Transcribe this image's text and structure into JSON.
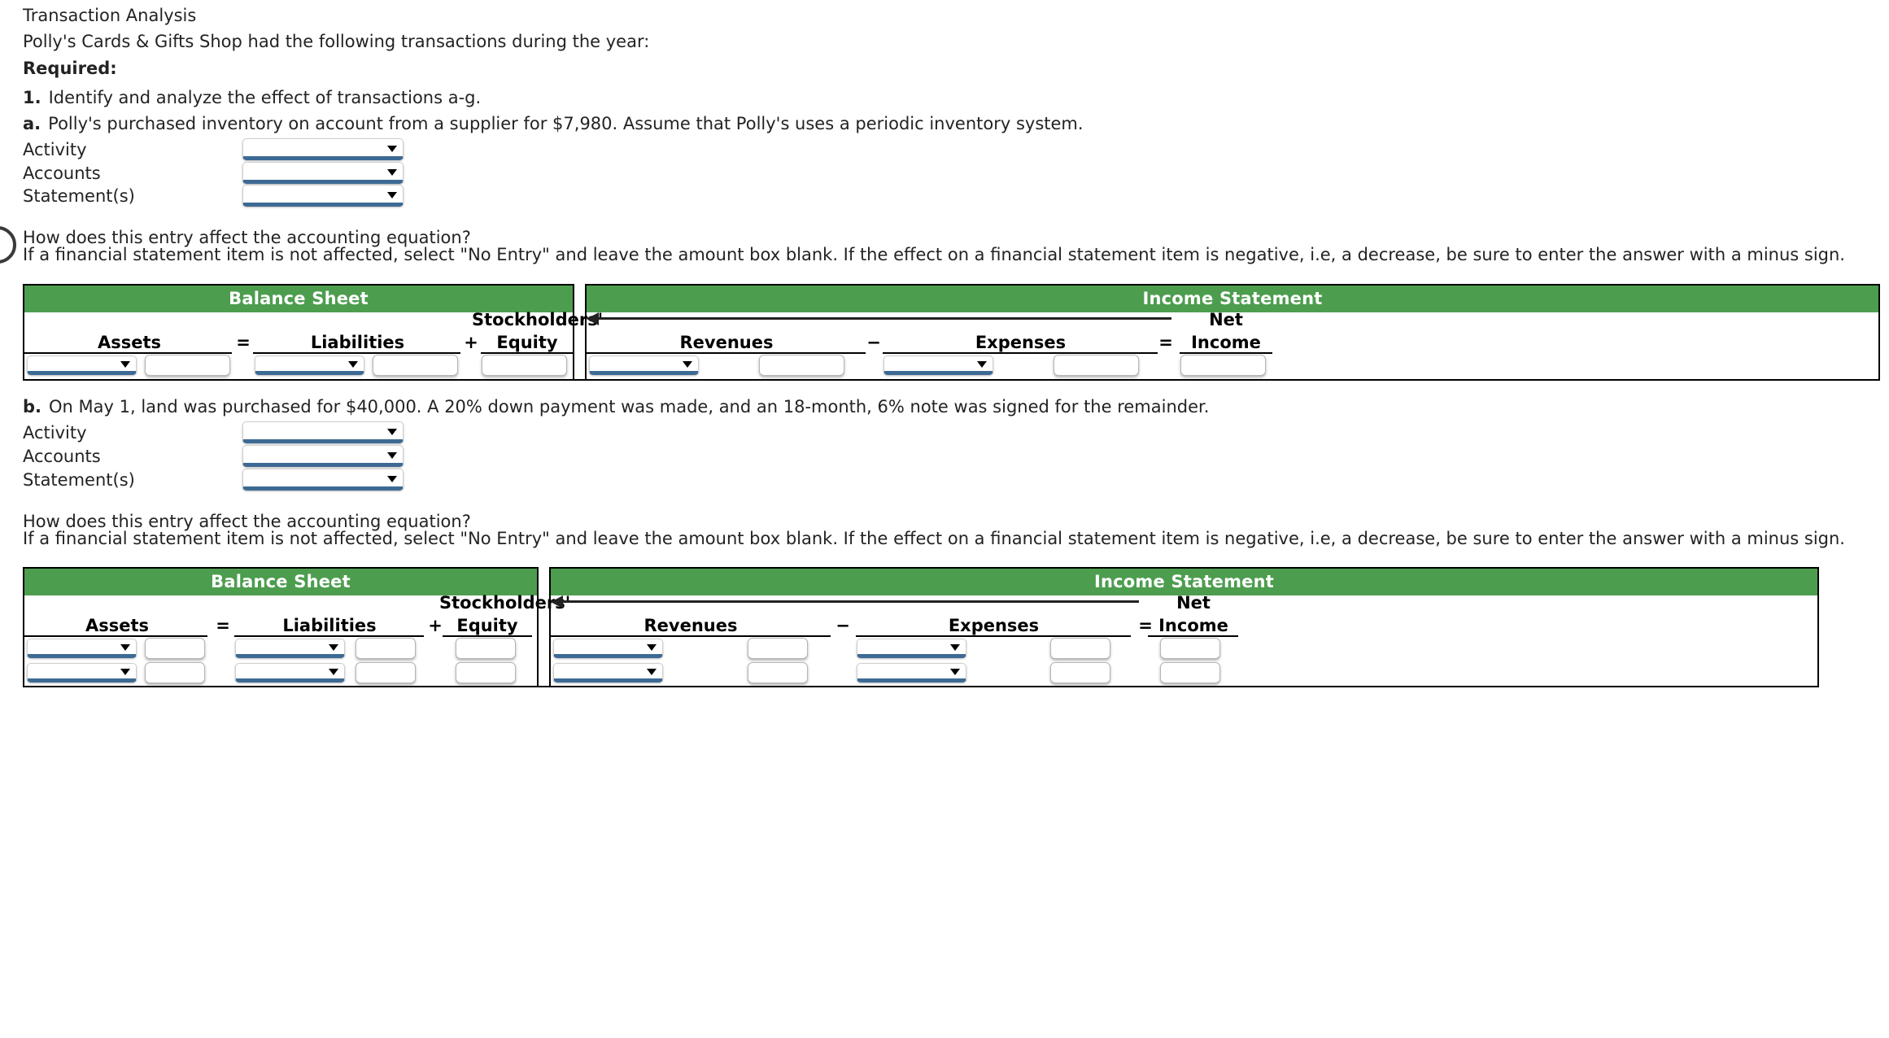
{
  "page": {
    "title": "Transaction Analysis",
    "intro": "Polly's Cards & Gifts Shop had the following transactions during the year:",
    "required_label": "Required:",
    "requirement_1_marker": "1.",
    "requirement_1_text": "Identify and analyze the effect of transactions a-g.",
    "question_line": "How does this entry affect the accounting equation?",
    "instruction_line": "If a financial statement item is not affected, select \"No Entry\" and leave the amount box blank. If the effect on a financial statement item is negative, i.e, a decrease, be sure to enter the answer with a minus sign."
  },
  "colors": {
    "panel_green": "#4d9d4f",
    "select_underline": "#3d6a94",
    "text": "#232323",
    "rule": "#000000"
  },
  "form_labels": {
    "activity": "Activity",
    "accounts": "Accounts",
    "statements": "Statement(s)"
  },
  "select_placeholder": "",
  "amount_placeholder": "",
  "transactions": [
    {
      "marker": "a.",
      "text": "Polly's purchased inventory on account from a supplier for $7,980. Assume that Polly's uses a periodic inventory system.",
      "selects": [
        {
          "name": "activity",
          "value": ""
        },
        {
          "name": "accounts",
          "value": ""
        },
        {
          "name": "statements",
          "value": ""
        }
      ],
      "equation_rows": 1
    },
    {
      "marker": "b.",
      "text": "On May 1, land was purchased for $40,000. A 20% down payment was made, and an 18-month, 6% note was signed for the remainder.",
      "selects": [
        {
          "name": "activity",
          "value": ""
        },
        {
          "name": "accounts",
          "value": ""
        },
        {
          "name": "statements",
          "value": ""
        }
      ],
      "equation_rows": 2
    }
  ],
  "equation_table": {
    "panels": [
      {
        "key": "balance_sheet",
        "label": "Balance Sheet"
      },
      {
        "key": "income_statement",
        "label": "Income Statement"
      }
    ],
    "stockholders_label": "Stockholders'",
    "net_label": "Net",
    "columns": [
      {
        "key": "assets",
        "label": "Assets",
        "operator": "="
      },
      {
        "key": "liabilities",
        "label": "Liabilities",
        "operator": "+"
      },
      {
        "key": "equity",
        "label": "Equity",
        "operator": ""
      },
      {
        "key": "revenues",
        "label": "Revenues",
        "operator": "−"
      },
      {
        "key": "expenses",
        "label": "Expenses",
        "operator": "="
      },
      {
        "key": "net_income",
        "label": "Income",
        "operator": ""
      }
    ],
    "operators": {
      "eq1": "=",
      "plus": "+",
      "minus": "−",
      "eq2": "="
    },
    "cell_values": {
      "a": [
        {
          "assets_account": "",
          "assets_amount": "",
          "liabilities_account": "",
          "liabilities_amount": "",
          "equity_amount": "",
          "revenues_account": "",
          "revenues_amount": "",
          "expenses_account": "",
          "expenses_amount": "",
          "net_income_amount": ""
        }
      ],
      "b": [
        {
          "assets_account": "",
          "assets_amount": "",
          "liabilities_account": "",
          "liabilities_amount": "",
          "equity_amount": "",
          "revenues_account": "",
          "revenues_amount": "",
          "expenses_account": "",
          "expenses_amount": "",
          "net_income_amount": ""
        },
        {
          "assets_account": "",
          "assets_amount": "",
          "liabilities_account": "",
          "liabilities_amount": "",
          "equity_amount": "",
          "revenues_account": "",
          "revenues_amount": "",
          "expenses_account": "",
          "expenses_amount": "",
          "net_income_amount": ""
        }
      ]
    }
  },
  "icons": {
    "select_arrow": "chevron-down-icon",
    "equity_link_arrow": "left-arrow-icon",
    "annotation": "circle-annotation"
  }
}
